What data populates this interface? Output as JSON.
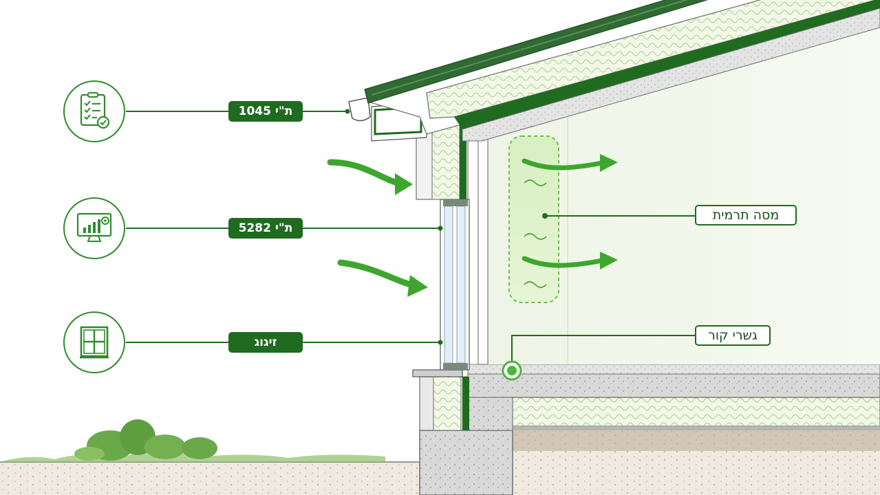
{
  "callouts": {
    "standard_1045": "ת\"י 1045",
    "standard_5282": "ת\"י 5282",
    "glazing": "זיגוג",
    "thermal_mass": "מסה תרמית",
    "thermal_bridges": "גשרי קור"
  },
  "icons": {
    "checklist": "checklist-icon",
    "monitor": "energy-rating-monitor-icon",
    "window": "window-icon"
  },
  "colors": {
    "accent": "#1f6b1f",
    "light_green": "#49b83a",
    "insulation": "#eef6e4",
    "concrete": "#d6d6d6"
  }
}
